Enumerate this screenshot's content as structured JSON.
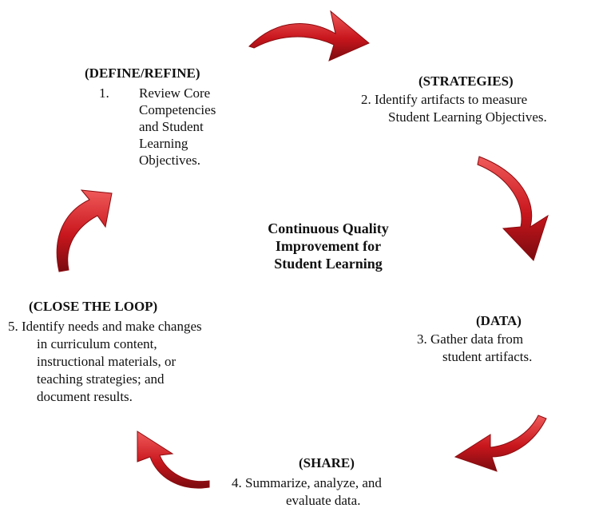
{
  "center_label": [
    "Continuous Quality",
    "Improvement for",
    "Student Learning"
  ],
  "stages": {
    "define": {
      "title": "(DEFINE/REFINE)",
      "number": "1.",
      "lines": [
        "Review Core",
        "Competencies",
        "and Student",
        "Learning",
        "Objectives."
      ]
    },
    "strategies": {
      "title": "(STRATEGIES)",
      "lines": [
        "2.  Identify artifacts to measure",
        "Student Learning Objectives."
      ]
    },
    "data": {
      "title": "(DATA)",
      "lines": [
        "3.  Gather data from",
        "student artifacts."
      ]
    },
    "share": {
      "title": "(SHARE)",
      "lines": [
        "4.  Summarize, analyze, and",
        "evaluate data."
      ]
    },
    "close": {
      "title": "(CLOSE THE LOOP)",
      "lines": [
        "5.  Identify needs and make changes",
        "in curriculum content,",
        "instructional materials, or",
        "teaching strategies; and",
        "document results."
      ]
    }
  },
  "arrow_color": "#c8161d"
}
